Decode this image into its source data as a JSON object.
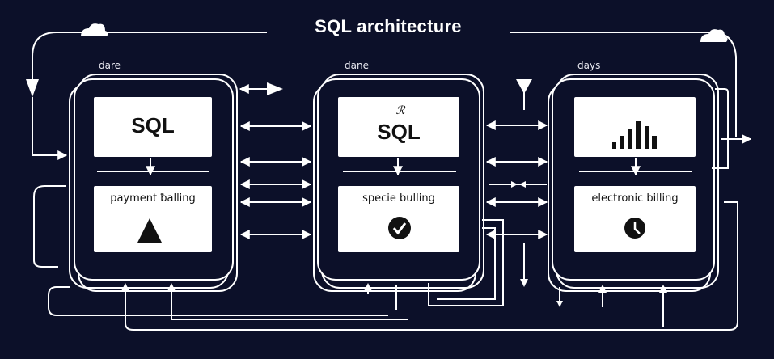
{
  "title": "SQL architecture",
  "columns": [
    {
      "label": "dare",
      "top_text": "SQL",
      "bottom_text": "payment ƀalling",
      "icon": "triangle-icon"
    },
    {
      "label": "dane",
      "top_text": "SQL",
      "top_mark": "ℛ",
      "bottom_text": "specie bulling",
      "icon": "checkmark-icon"
    },
    {
      "label": "days",
      "top_icon": "bar-chart-icon",
      "bottom_text": "electronic billing",
      "icon": "clock-icon"
    }
  ],
  "colors": {
    "background": "#0c1029",
    "line": "#ffffff",
    "box": "#ffffff",
    "ink": "#111111"
  }
}
